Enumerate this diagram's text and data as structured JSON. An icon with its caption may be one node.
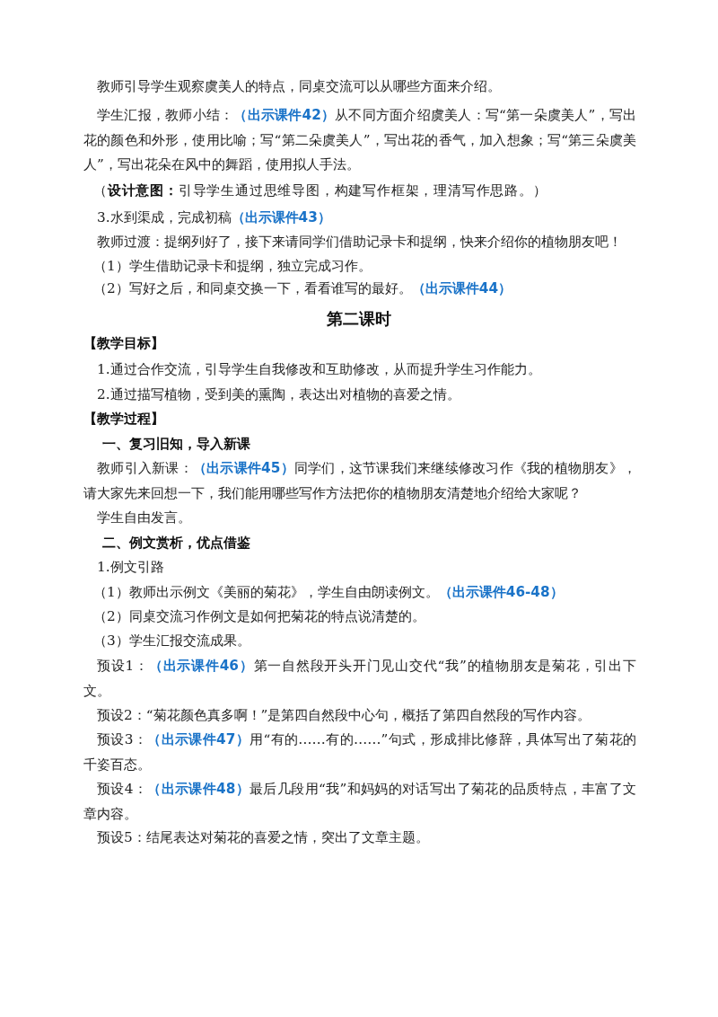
{
  "diagram": {
    "title": "第二课时",
    "labels": [
      "教师引导学生观察虞美人的特点，同桌交流可以从哪些方面来介绍。",
      "学生汇报，教师小结：**（出示课件42）**从不同方面介绍虞美人：写“第一朵虞美人”，写出花的颜色和外形，使用比喻；写“第二朵虞美人”，写出花的香气，加入想象；写“第三朵虞美人”，写出花朵在风中的舞蹈，使用拟人手法。",
      "（**设计意图：**引导学生通过思维导图，构建写作框架，理清写作思路。）",
      "3.水到渠成，完成初稿**（出示课件43）**",
      "教师过渡：提纲列好了，接下来请同学们借助记录卡和提纲，快来介绍你的植物朋友吧！",
      "（1）学生借助记录卡和提纲，独立完成习作。",
      "（2）写好之后，和同桌交换一下，看看谁写的最好。**（出示课件44）**",
      "【教学目标】",
      "1.通过合作交流，引导学生自我修改和互助修改，从而提升学生习作能力。",
      "2.通过描写植物，受到美的熏陶，表达出对植物的喜爱之情。",
      "【教学过程】",
      "一、复习旧知，导入新课",
      "教师引入新课：**（出示课件45）**同学们，这节课我们来继续修改习作《我的植物朋友》，请大家先来回想一下，我们能用哪些写作方法把你的植物朋友清楚地介绍给大家呢？",
      "学生自由发言。",
      "二、例文赏析，优点借鉴",
      "1.例文引路",
      "（1）教师出示例文《美丽的菊花》，学生自由朗读例文。**（出示课件46-48）**",
      "（2）同桌交流习作例文是如何把菊花的特点说清楚的。",
      "（3）学生汇报交流成果。",
      "预设1：**（出示课件46）**第一自然段开头开门见山交代“我”的植物朋友是菊花，引出下文。",
      "预设2：“菊花颜色真多啊！”是第四自然段中心句，概括了第四自然段的写作内容。",
      "预设3：**（出示课件47）**用“有的……有的……”句式，形成排比修辞，具体写出了菊花的千姿百态。",
      "预设4：**（出示课件48）**最后几段用“我”和妈妈的对话写出了菊花的品质特点，丰富了文章内容。",
      "预设5：结尾表达对菊花的喜爱之情，突出了文章主题。"
    ]
  }
}
